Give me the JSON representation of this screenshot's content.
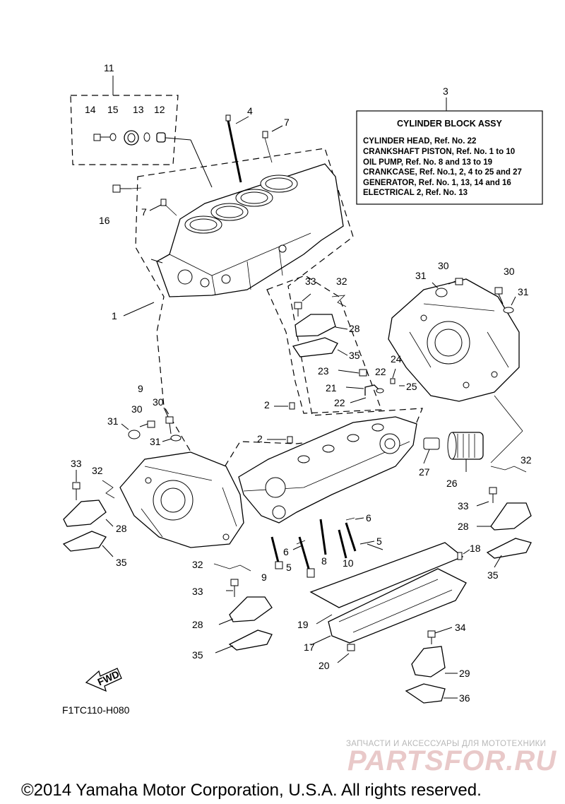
{
  "legend": {
    "ref": "3",
    "title": "CYLINDER BLOCK ASSY",
    "lines": [
      "CYLINDER HEAD, Ref. No. 22",
      "CRANKSHAFT PISTON, Ref. No. 1 to 10",
      "OIL PUMP, Ref. No. 8 and 13 to 19",
      "CRANKCASE, Ref. No.1, 2, 4 to 25 and 27",
      "GENERATOR, Ref. No. 1, 13, 14 and 16",
      "ELECTRICAL 2, Ref. No. 13"
    ]
  },
  "callouts": {
    "c11": "11",
    "c14": "14",
    "c15": "15",
    "c13": "13",
    "c12": "12",
    "c16": "16",
    "c4": "4",
    "c7a": "7",
    "c7b": "7",
    "c1": "1",
    "c33a": "33",
    "c32a": "32",
    "c28a": "28",
    "c35a": "35",
    "c31a": "31",
    "c30a": "30",
    "c30b": "30",
    "c31b": "31",
    "c23": "23",
    "c22a": "22",
    "c24": "24",
    "c21": "21",
    "c25": "25",
    "c22b": "22",
    "c2a": "2",
    "c2b": "2",
    "c9a": "9",
    "c30c": "30",
    "c30d": "30",
    "c31c": "31",
    "c31d": "31",
    "c33b": "33",
    "c32b": "32",
    "c28b": "28",
    "c35b": "35",
    "c27": "27",
    "c26": "26",
    "c32c": "32",
    "c33c": "33",
    "c28c": "28",
    "c35c": "35",
    "c6a": "6",
    "c6b": "6",
    "c5a": "5",
    "c5b": "5",
    "c8": "8",
    "c9b": "9",
    "c10": "10",
    "c18": "18",
    "c32d": "32",
    "c33d": "33",
    "c28d": "28",
    "c35d": "35",
    "c19": "19",
    "c17": "17",
    "c20": "20",
    "c34": "34",
    "c29": "29",
    "c36": "36"
  },
  "fwd_label": "FWD",
  "figure_code": "F1TC110-H080",
  "watermark": {
    "tagline": "ЗАПЧАСТИ И АКСЕССУАРЫ ДЛЯ МОТОТЕХНИКИ",
    "logo": "PARTSFOR.RU"
  },
  "copyright": "©2014 Yamaha Motor Corporation, U.S.A. All rights reserved."
}
